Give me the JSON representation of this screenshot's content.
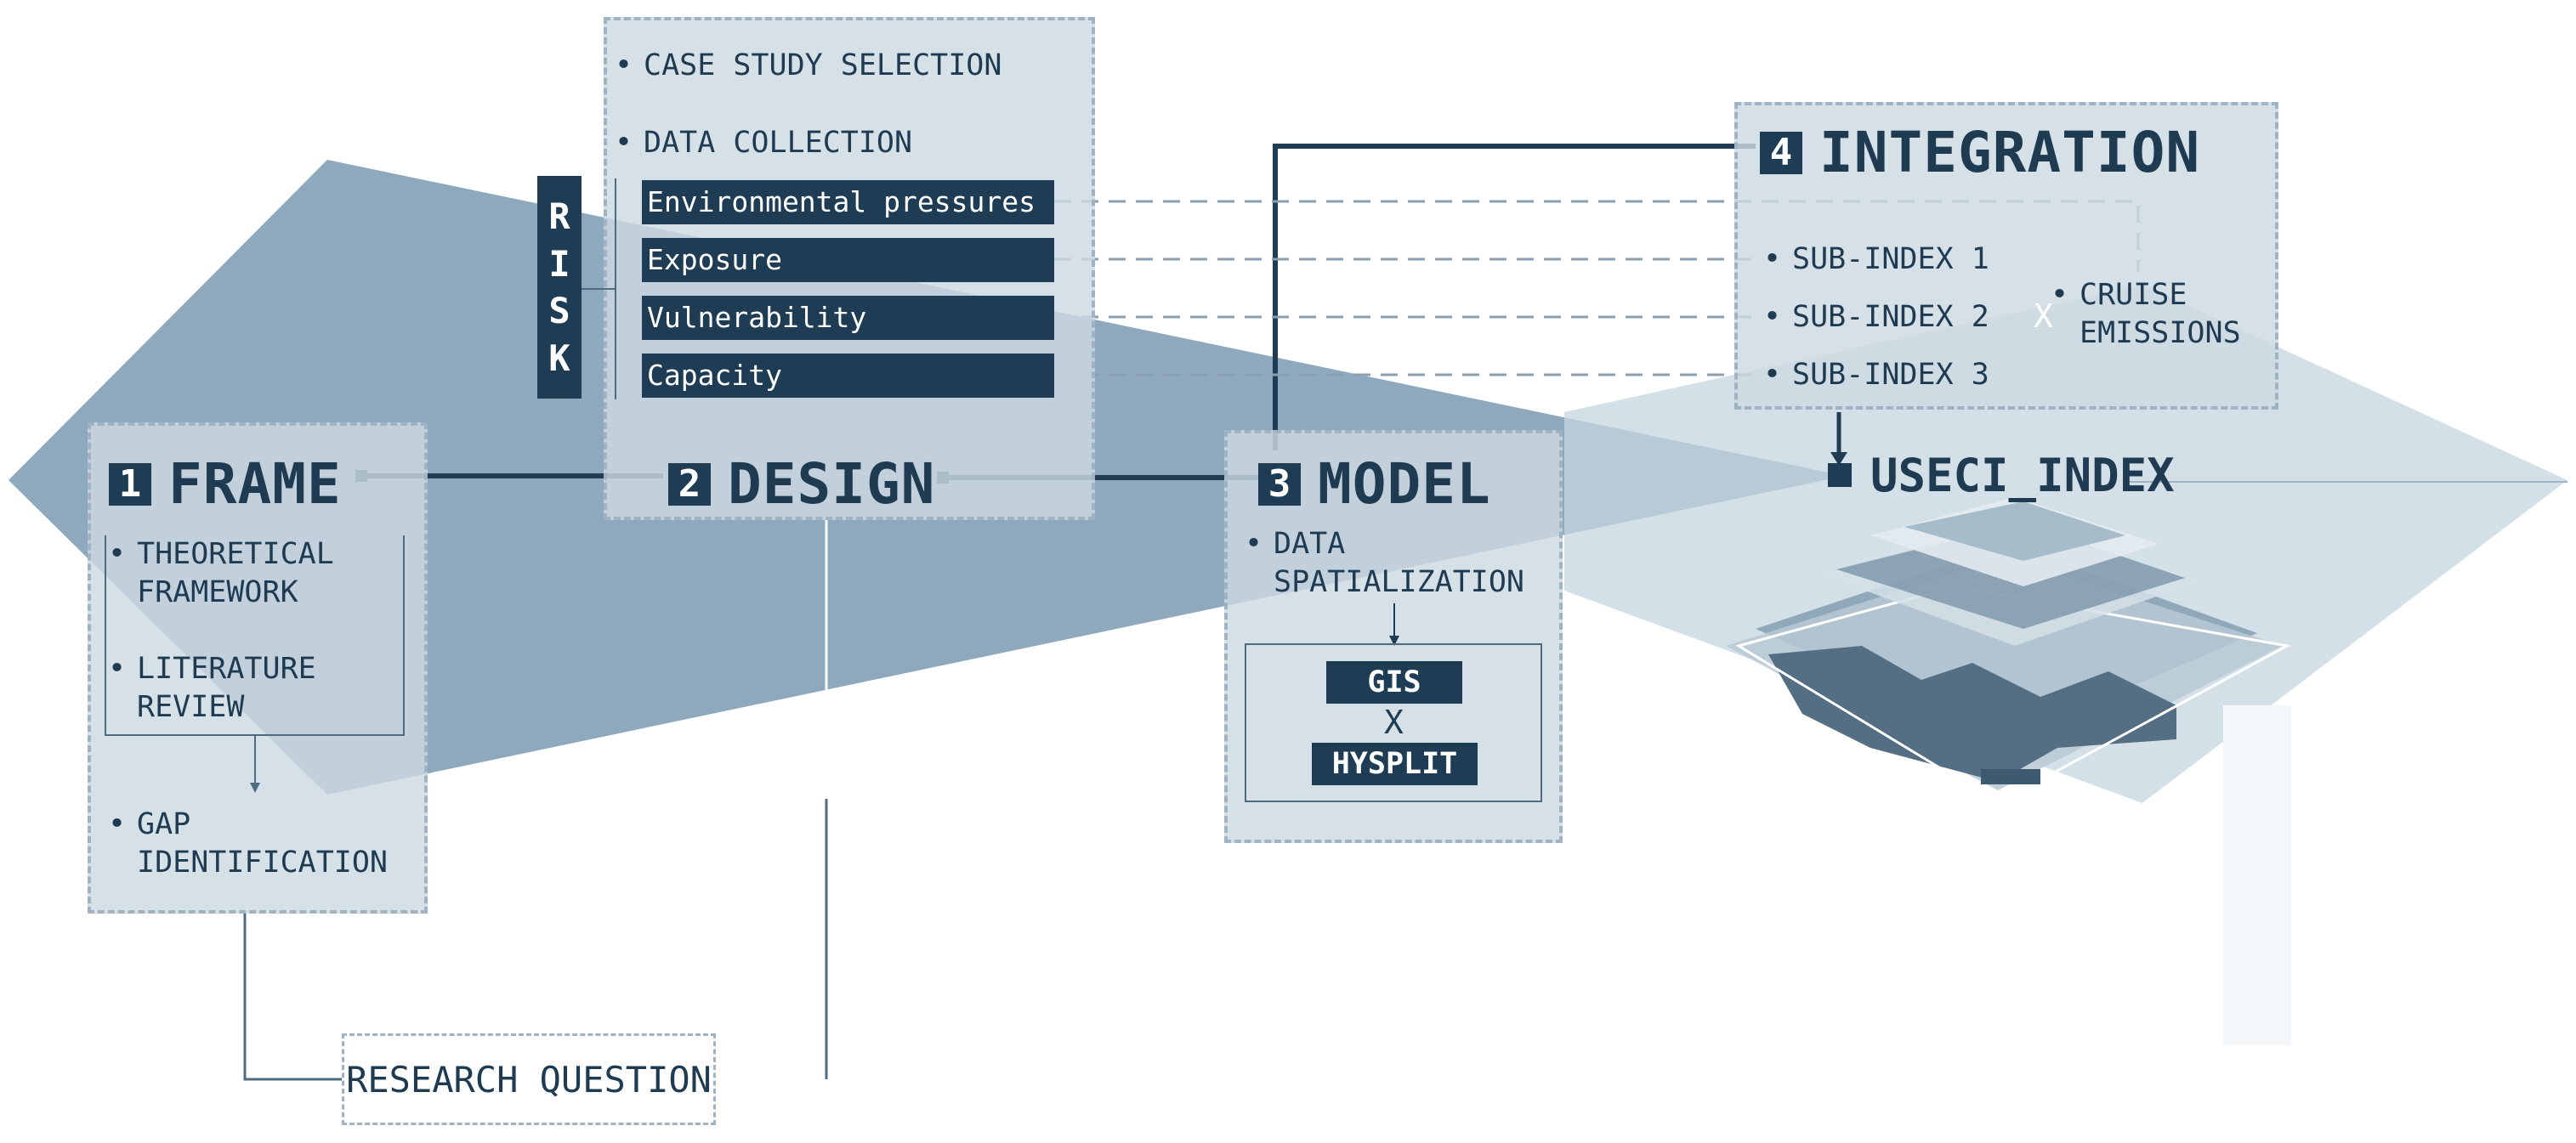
{
  "frame": {
    "number": "1",
    "title": "FRAME",
    "items": [
      "THEORETICAL",
      "FRAMEWORK",
      "LITERATURE",
      "REVIEW",
      "GAP",
      "IDENTIFICATION"
    ]
  },
  "design": {
    "number": "2",
    "title": "DESIGN",
    "items": [
      "CASE STUDY SELECTION",
      "DATA COLLECTION"
    ],
    "risk_label": [
      "R",
      "I",
      "S",
      "K"
    ],
    "risk_components": [
      "Environmental pressures",
      "Exposure",
      "Vulnerability",
      "Capacity"
    ]
  },
  "model": {
    "number": "3",
    "title": "MODEL",
    "items": [
      "DATA",
      "SPATIALIZATION"
    ],
    "tools": [
      "GIS",
      "X",
      "HYSPLIT"
    ]
  },
  "integration": {
    "number": "4",
    "title": "INTEGRATION",
    "sub_indices": [
      "SUB-INDEX 1",
      "SUB-INDEX 2",
      "SUB-INDEX 3"
    ],
    "operator": "X",
    "emissions": [
      "CRUISE",
      "EMISSIONS"
    ]
  },
  "output": {
    "label": "USECI_INDEX"
  },
  "research_question": "RESEARCH QUESTION",
  "colors": {
    "dark": "#1e3d55",
    "box": "#cdd9e2",
    "dash": "#9fb3c3",
    "wedge": "#7b9bb3"
  }
}
